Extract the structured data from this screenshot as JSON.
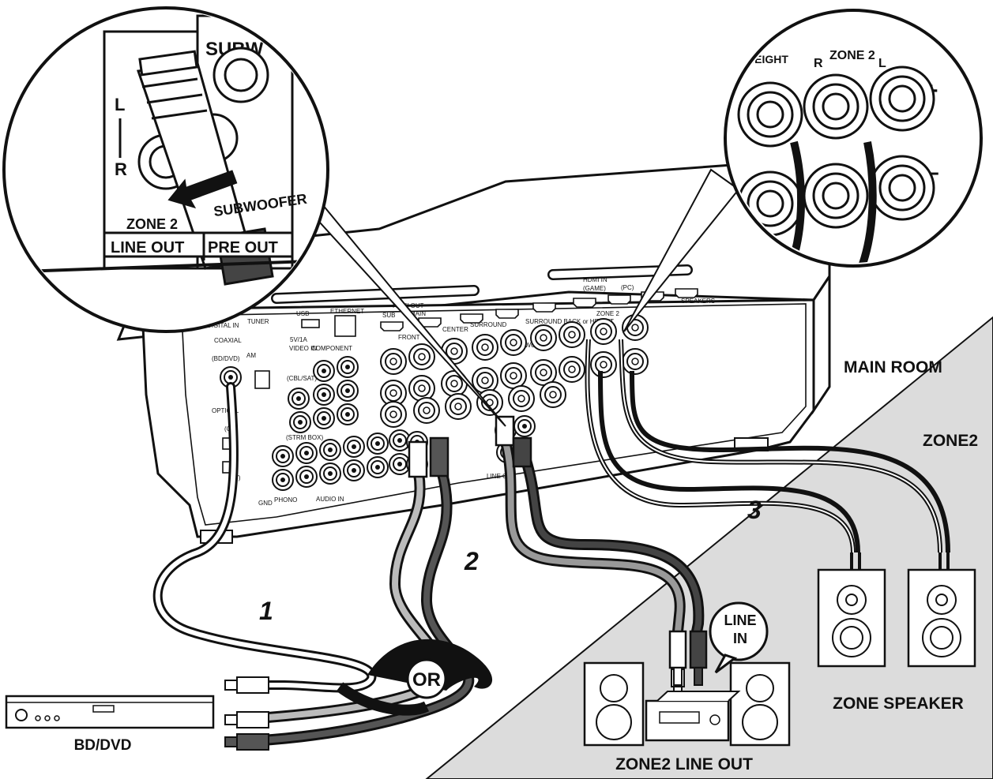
{
  "labels": {
    "main_room": "MAIN ROOM",
    "zone2": "ZONE2",
    "zone_speaker": "ZONE SPEAKER",
    "zone2_line_out": "ZONE2 LINE OUT",
    "bd_dvd": "BD/DVD",
    "or": "OR",
    "line_in_1": "LINE",
    "line_in_2": "IN",
    "step_1": "1",
    "step_2": "2",
    "step_3": "3"
  },
  "zoom_left": {
    "subwoofer": "SUBW",
    "l": "L",
    "r": "R",
    "zone2": "ZONE 2",
    "subwoofer_lower": "SUBWOOFER",
    "line_out": "LINE OUT",
    "pre_out": "PRE OUT"
  },
  "zoom_right": {
    "height": "HEIGHT",
    "r": "R",
    "zone2": "ZONE 2",
    "l": "L",
    "plus": "+",
    "minus": "–"
  },
  "panel": {
    "digital_in": "DIGITAL IN",
    "coaxial": "COAXIAL",
    "bd_dvd": "(BD/DVD)",
    "optical": "OPTICAL",
    "cd": "(CD)",
    "tv": "(TV)",
    "tuner": "TUNER",
    "am": "AM",
    "usb": "USB",
    "usb_rating": "5V/1A",
    "ethernet": "ETHERNET",
    "hdmi_out": "HDMI OUT",
    "sub": "SUB",
    "main": "MAIN",
    "hdmi_in": "HDMI IN",
    "video_in": "VIDEO IN",
    "component": "COMPONENT",
    "front": "FRONT",
    "center": "CENTER",
    "surround": "SURROUND",
    "surround_back": "SURROUND BACK or HEIGHT",
    "zone2": "ZONE 2",
    "speakers": "SPEAKERS",
    "subwoofer": "SUBWOOFER",
    "audio_in": "AUDIO IN",
    "phono": "PHONO",
    "gnd": "GND",
    "line_out": "LINE OUT",
    "cbl_sat": "(CBL/SAT)",
    "strm_box": "(STRM BOX)",
    "game": "(GAME)",
    "pc": "(PC)"
  }
}
